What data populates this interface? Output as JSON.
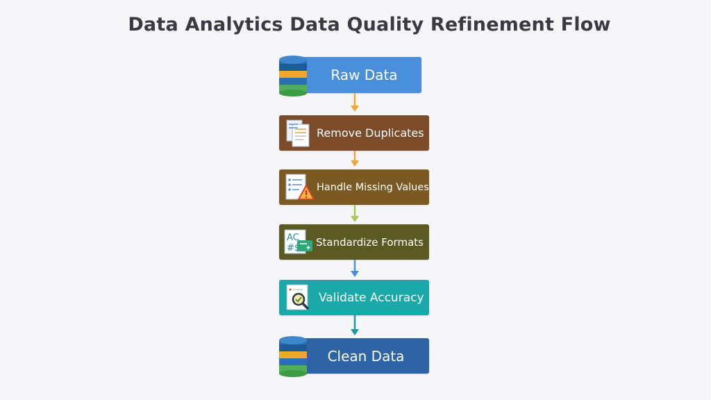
{
  "title": "Data Analytics Data Quality Refinement Flow",
  "colors": {
    "raw_data": "#4a8fdc",
    "remove_duplicates": "#7b4b2a",
    "handle_missing": "#7a5a22",
    "standardize": "#5a5a22",
    "validate": "#1aa8a8",
    "clean_data": "#2e64a6"
  },
  "nodes": [
    {
      "id": "raw_data",
      "label": "Raw Data",
      "icon": "database-icon"
    },
    {
      "id": "remove_duplicates",
      "label": "Remove Duplicates",
      "icon": "documents-icon"
    },
    {
      "id": "handle_missing",
      "label": "Handle Missing Values",
      "icon": "warning-list-icon"
    },
    {
      "id": "standardize",
      "label": "Standardize Formats",
      "icon": "format-icon"
    },
    {
      "id": "validate",
      "label": "Validate Accuracy",
      "icon": "magnifier-icon"
    },
    {
      "id": "clean_data",
      "label": "Clean Data",
      "icon": "database-icon"
    }
  ]
}
